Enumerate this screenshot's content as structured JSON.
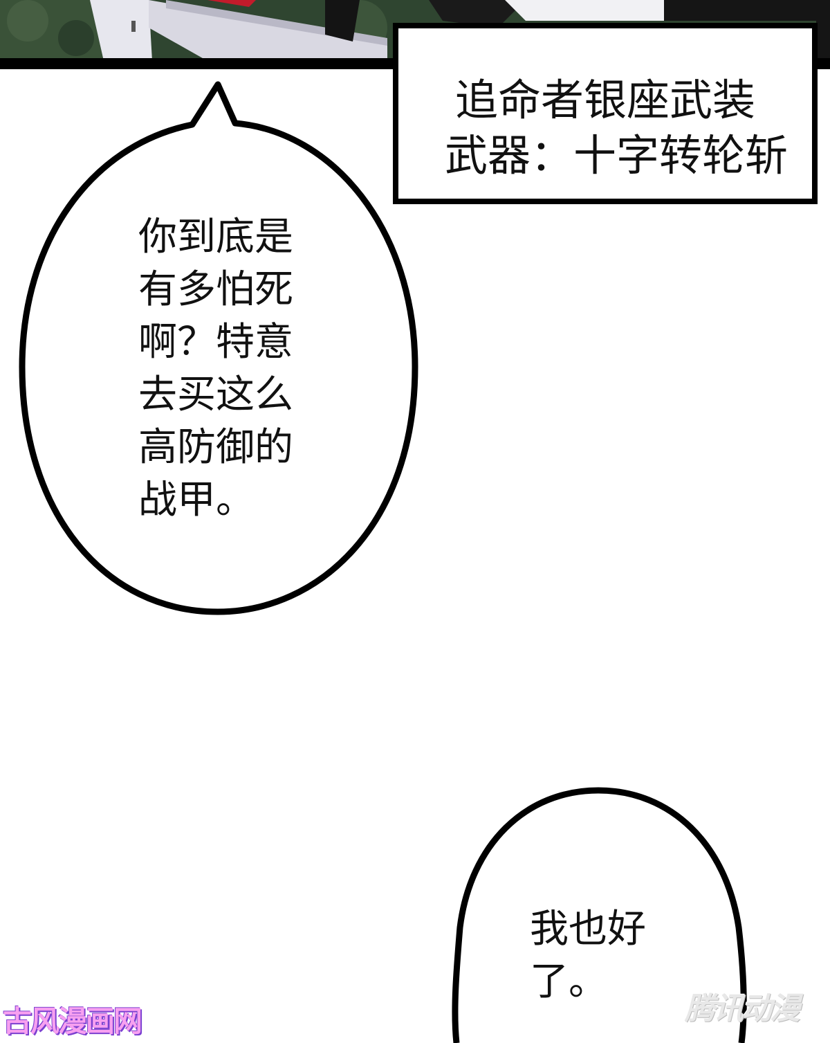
{
  "caption": {
    "line1": "追命者银座武装",
    "line2": "武器：十字转轮斩"
  },
  "bubble_large": {
    "lines": [
      "你到底是",
      "有多怕死",
      "啊？特意",
      "去买这么",
      "高防御的",
      "战甲。"
    ]
  },
  "bubble_small": {
    "lines": [
      "我也好",
      "了。"
    ]
  },
  "watermark_left": "古风漫画网",
  "watermark_right": "腾讯动漫",
  "colors": {
    "panel_border": "#000000",
    "background": "#ffffff",
    "art_foliage": "#3a5238",
    "art_cloth": "#dcdce6",
    "watermark_left_fill": "#f7a0f0"
  }
}
